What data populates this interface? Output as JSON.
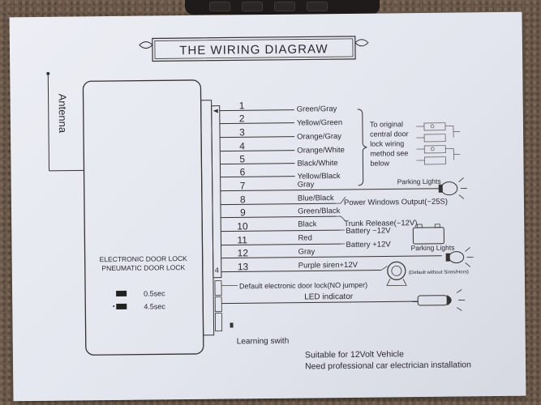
{
  "title": "THE WIRING DIAGRAW",
  "antenna_label": "Antenna",
  "module_label_1": "ELECTRONIC DOOR LOCK",
  "module_label_2": "PNEUMATIC DOOR LOCK",
  "timing": [
    {
      "label": "0.5sec"
    },
    {
      "label": "4.5sec"
    }
  ],
  "wires": [
    {
      "num": "1",
      "color": "Green/Gray"
    },
    {
      "num": "2",
      "color": "Yellow/Green"
    },
    {
      "num": "3",
      "color": "Orange/Gray"
    },
    {
      "num": "4",
      "color": "Orange/White"
    },
    {
      "num": "5",
      "color": "Black/White"
    },
    {
      "num": "6",
      "color": "Yellow/Black"
    },
    {
      "num": "7",
      "color": "Gray"
    },
    {
      "num": "8",
      "color": "Blue/Black"
    },
    {
      "num": "9",
      "color": "Green/Black"
    },
    {
      "num": "10",
      "color": "Black"
    },
    {
      "num": "11",
      "color": "Red"
    },
    {
      "num": "12",
      "color": "Gray"
    },
    {
      "num": "13",
      "color": "Purple siren+12V"
    }
  ],
  "bracket_note": [
    "To original",
    "central door",
    "lock wiring",
    "method see",
    "below"
  ],
  "outputs": {
    "parking_lights_1": "Parking Lights",
    "power_windows": "Power Windows Output(−25S)",
    "trunk_release": "Trunk Release(−12V)",
    "battery_minus": "Battery −12V",
    "battery_plus": "Battery +12V",
    "parking_lights_2": "Parking Lights",
    "siren_note": "(Default without Siren/Horn)"
  },
  "jumper_label": "Default electronic door lock(NO jumper)",
  "led_label": "LED indicator",
  "learning_label": "Learning swith",
  "footer": [
    "Suitable for 12Volt Vehicle",
    "Need professional car electrician installation"
  ]
}
